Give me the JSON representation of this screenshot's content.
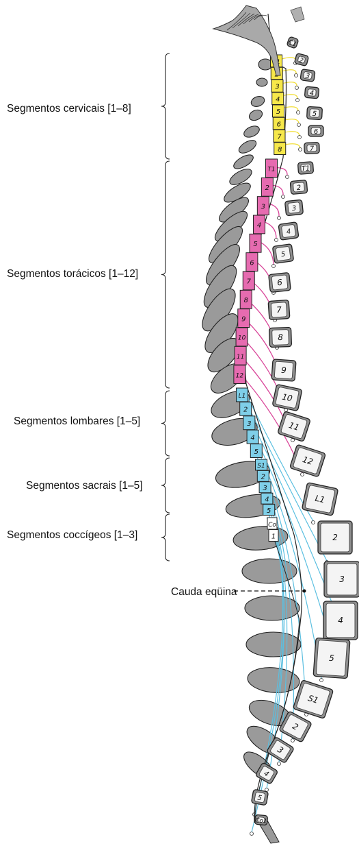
{
  "regions": [
    {
      "label": "Segmentos cervicais [1–8]",
      "color": "#f7e84a"
    },
    {
      "label": "Segmentos torácicos [1–12]",
      "color": "#e66bb0"
    },
    {
      "label": "Segmentos lombares [1–5]",
      "color": "#7fcfe8"
    },
    {
      "label": "Segmentos sacrais [1–5]",
      "color": "#7fcfe8"
    },
    {
      "label": "Segmentos coccígeos [1–3]",
      "color": "#ffffff"
    }
  ],
  "cauda_label": "Cauda eqüina",
  "cord_segments": {
    "cervical": [
      "C1",
      "2",
      "3",
      "4",
      "5",
      "6",
      "7",
      "8"
    ],
    "thoracic": [
      "T1",
      "2",
      "3",
      "4",
      "5",
      "6",
      "7",
      "8",
      "9",
      "10",
      "11",
      "12"
    ],
    "lumbar": [
      "L1",
      "2",
      "3",
      "4",
      "5"
    ],
    "sacral": [
      "S1",
      "2",
      "3",
      "4",
      "5"
    ],
    "coccygeal": [
      "Co",
      "1"
    ]
  },
  "vertebrae": [
    "C1",
    "2",
    "3",
    "4",
    "5",
    "6",
    "7",
    "T1",
    "2",
    "3",
    "4",
    "5",
    "6",
    "7",
    "8",
    "9",
    "10",
    "11",
    "12",
    "L1",
    "2",
    "3",
    "4",
    "5",
    "S1",
    "2",
    "3",
    "4",
    "5",
    "Co1"
  ],
  "colors": {
    "vertebra_fill": "#8f8f8f",
    "bone_fill": "#9a9a9a",
    "cervical": "#f7e84a",
    "thoracic": "#e66bb0",
    "lumbosacral": "#7fcfe8",
    "nerve_cervical": "#f2df3a",
    "nerve_thoracic": "#d9479a",
    "nerve_lumbar": "#5bbfe0"
  }
}
